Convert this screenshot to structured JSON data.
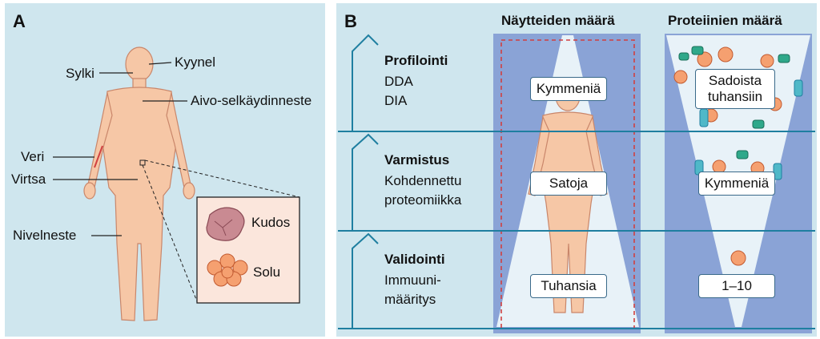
{
  "panel_a": {
    "letter": "A",
    "labels": {
      "sylki": "Sylki",
      "kyynel": "Kyynel",
      "aivo": "Aivo-selkäydinneste",
      "veri": "Veri",
      "virtsa": "Virtsa",
      "nivelneste": "Nivelneste"
    },
    "inset": {
      "kudos": "Kudos",
      "solu": "Solu"
    }
  },
  "panel_b": {
    "letter": "B",
    "col1_header": "Näytteiden määrä",
    "col2_header": "Proteiinien määrä",
    "rows": [
      {
        "title": "Profilointi",
        "lines": [
          "DDA",
          "DIA"
        ],
        "samples": "Kymmeniä",
        "proteins": "Sadoista tuhansiin"
      },
      {
        "title": "Varmistus",
        "lines": [
          "Kohdennettu",
          "proteomiikka"
        ],
        "samples": "Satoja",
        "proteins": "Kymmeniä"
      },
      {
        "title": "Validointi",
        "lines": [
          "Immuuni-",
          "määritys"
        ],
        "samples": "Tuhansia",
        "proteins": "1–10"
      }
    ]
  },
  "colors": {
    "panel_bg": "#cfe6ee",
    "dark_blue": "#8aa3d6",
    "skin": "#f6c7a6",
    "line": "#1f7fa0",
    "dashed": "#d04040"
  }
}
